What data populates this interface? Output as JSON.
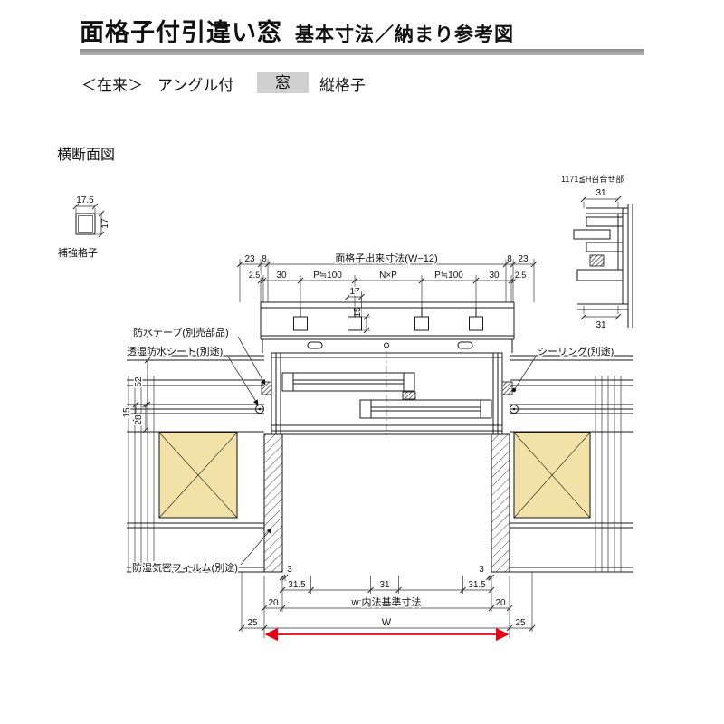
{
  "header": {
    "title": "面格子付引違い窓",
    "subtitle": "基本寸法／納まり参考図",
    "tag_zairai": "＜在来＞",
    "tag_angle": "アングル付",
    "tag_mado": "窓",
    "tag_tate": "縦格子"
  },
  "section_title": "横断面図",
  "reinforce": {
    "label": "補強格子",
    "dim_w": "17.5",
    "dim_h": "17"
  },
  "meeting": {
    "title": "1171≦H召合せ部",
    "dim31": "31"
  },
  "labels": {
    "waterproof_tape": "防水テープ(別売部品)",
    "moisture_sheet": "透湿防水シート(別途)",
    "sealing": "シーリング(別途)",
    "moisture_film": "防湿気密フィルム(別途)"
  },
  "dims": {
    "d23": "23",
    "d8": "8",
    "grille_width": "面格子出来寸法(W−12)",
    "d2_5": "2.5",
    "d30": "30",
    "p100": "P≒100",
    "nxp": "N×P",
    "d17": "17",
    "d15": "15",
    "d52": "52",
    "d28": "28",
    "d3": "3",
    "d31_5": "31.5",
    "d31": "31",
    "d20": "20",
    "w_base": "w:内法基準寸法",
    "d25": "25",
    "W": "W"
  },
  "colors": {
    "wood_fill": "#f2e2a8",
    "arrow_red": "#e60012",
    "rule_gray": "#9a9a9a",
    "tag_bg": "#d0d0d0"
  }
}
